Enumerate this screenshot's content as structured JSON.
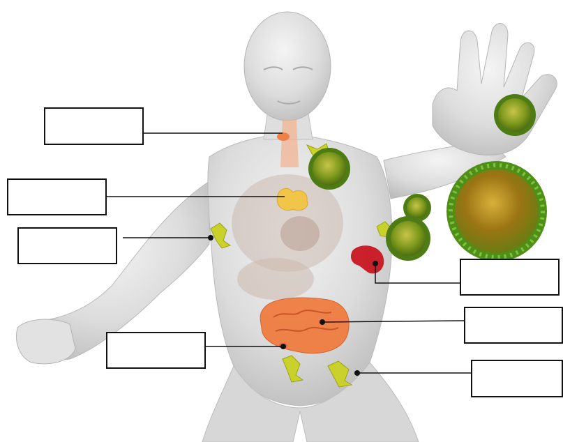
{
  "diagram": {
    "subject": "human-body-immune-system",
    "colors": {
      "skin": "#e6e6e6",
      "skin_shadow": "#c9c9c9",
      "thymus": "#f2c23a",
      "lymph_node": "#c9d12a",
      "kidney": "#c8101b",
      "intestine": "#f07a3c",
      "virus_core": "#b58a1c",
      "virus_spike": "#5aa51f",
      "trachea": "#f3b08e",
      "leader_line": "#111111"
    },
    "labels": [
      {
        "id": "label-thyroid-area",
        "text": ""
      },
      {
        "id": "label-thymus",
        "text": ""
      },
      {
        "id": "label-axillary-lymph-node",
        "text": ""
      },
      {
        "id": "label-kidney",
        "text": ""
      },
      {
        "id": "label-intestine",
        "text": ""
      },
      {
        "id": "label-appendix",
        "text": ""
      },
      {
        "id": "label-inguinal-lymph-node",
        "text": ""
      }
    ]
  }
}
